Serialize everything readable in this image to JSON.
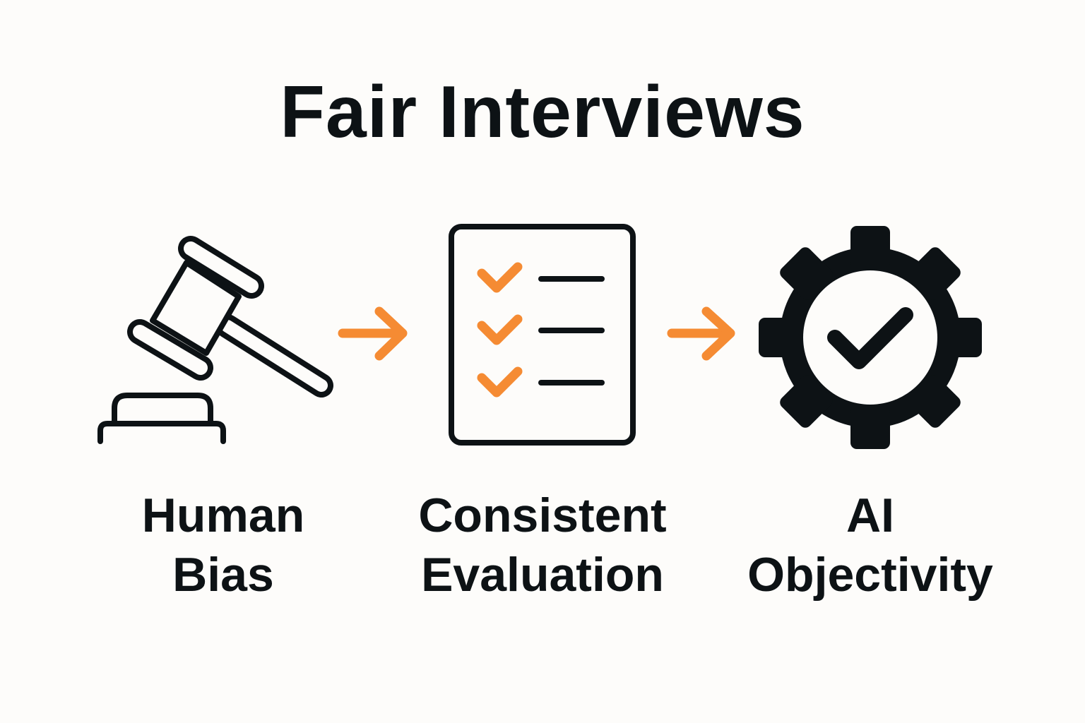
{
  "title": "Fair Interviews",
  "colors": {
    "accent": "#f58b33",
    "ink": "#0d1215",
    "background": "#fdfcfa"
  },
  "steps": [
    {
      "icon": "gavel-icon",
      "line1": "Human",
      "line2": "Bias"
    },
    {
      "icon": "checklist-icon",
      "line1": "Consistent",
      "line2": "Evaluation"
    },
    {
      "icon": "gear-check-icon",
      "line1": "AI",
      "line2": "Objectivity"
    }
  ],
  "connectors": [
    "arrow-right-icon",
    "arrow-right-icon"
  ]
}
